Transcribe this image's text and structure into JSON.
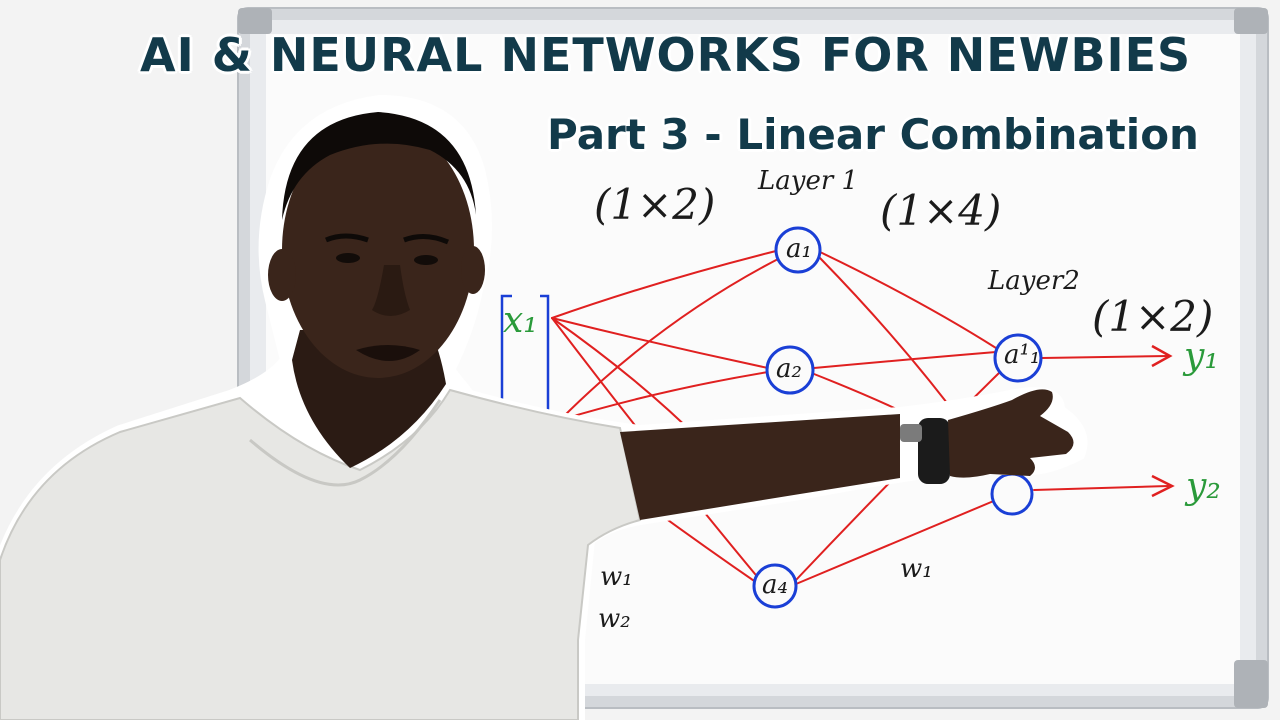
{
  "title": "AI & NEURAL NETWORKS FOR NEWBIES",
  "subtitle": "Part 3 - Linear Combination",
  "board": {
    "layer1_label": "Layer 1",
    "layer2_label": "Layer2",
    "input_dim": "(1×2)",
    "layer1_dim": "(1×4)",
    "output_dim": "(1×2)",
    "input_node": "x₁",
    "nodes_layer1": [
      "a₁",
      "a₂",
      "a₄"
    ],
    "nodes_layer2": [
      "a¹₁"
    ],
    "outputs": [
      "y₁",
      "y₂"
    ],
    "weights_left": [
      "w₁",
      "w₂"
    ],
    "weights_right": [
      "w₁"
    ]
  },
  "colors": {
    "title": "#123a4a",
    "marker_red": "#e02020",
    "marker_blue": "#1a3fd6",
    "marker_green": "#2a9a3a",
    "marker_black": "#1b1b1b",
    "frame": "#c9ccd0"
  }
}
